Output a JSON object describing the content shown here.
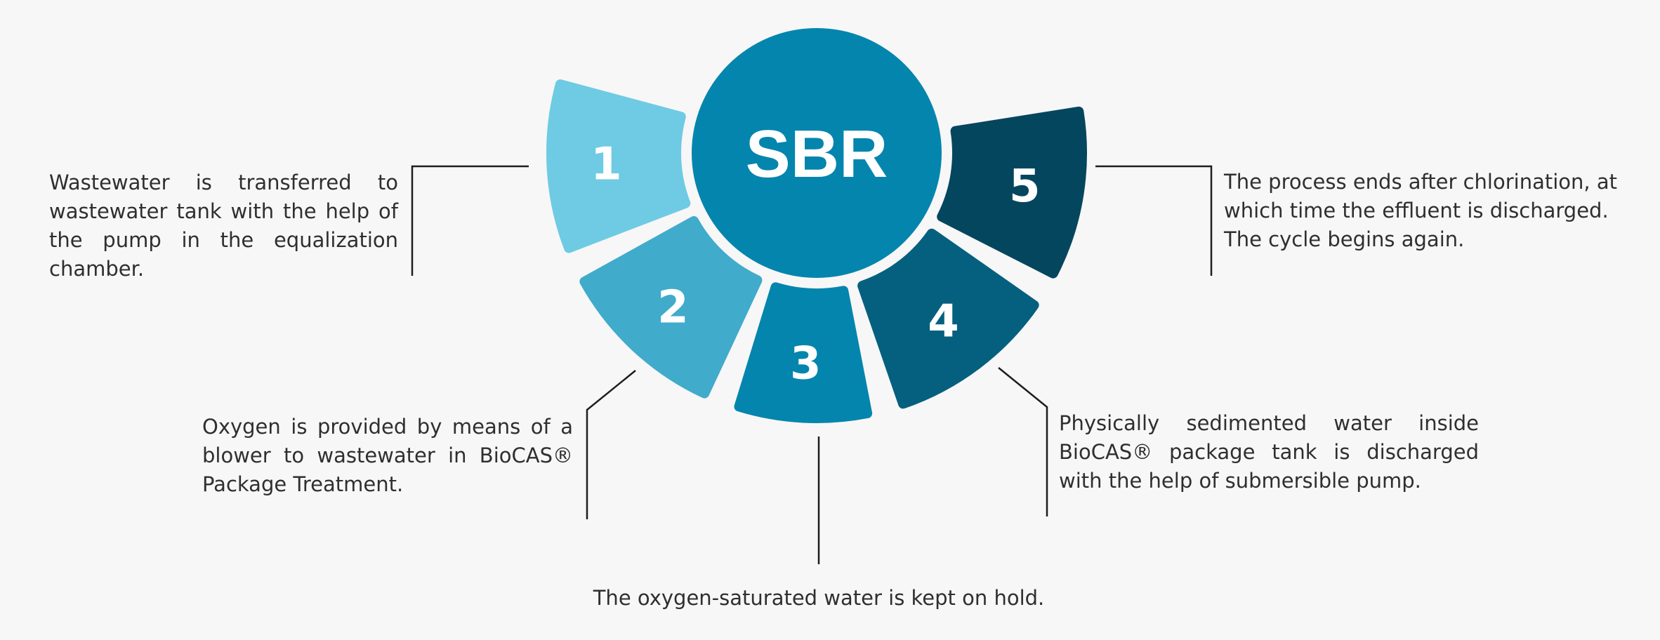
{
  "center": {
    "label": "SBR",
    "color": "#0485ad"
  },
  "steps": [
    {
      "number": "1",
      "color": "#6ecbe3",
      "description": "Wastewater is transferred to wastewater tank with the help of the pump in the equalization chamber."
    },
    {
      "number": "2",
      "color": "#40abcb",
      "description": "Oxygen is provided by means of a blower to wastewater in BioCAS® Package Treatment."
    },
    {
      "number": "3",
      "color": "#0485ad",
      "description": "The oxygen-saturated water is kept on hold."
    },
    {
      "number": "4",
      "color": "#04607e",
      "description": "Physically sedimented water inside BioCAS® package tank is discharged with the help of submersible pump."
    },
    {
      "number": "5",
      "color": "#04465e",
      "description": "The process ends after chlorination, at which time the effluent is discharged. The cycle begins again."
    }
  ]
}
